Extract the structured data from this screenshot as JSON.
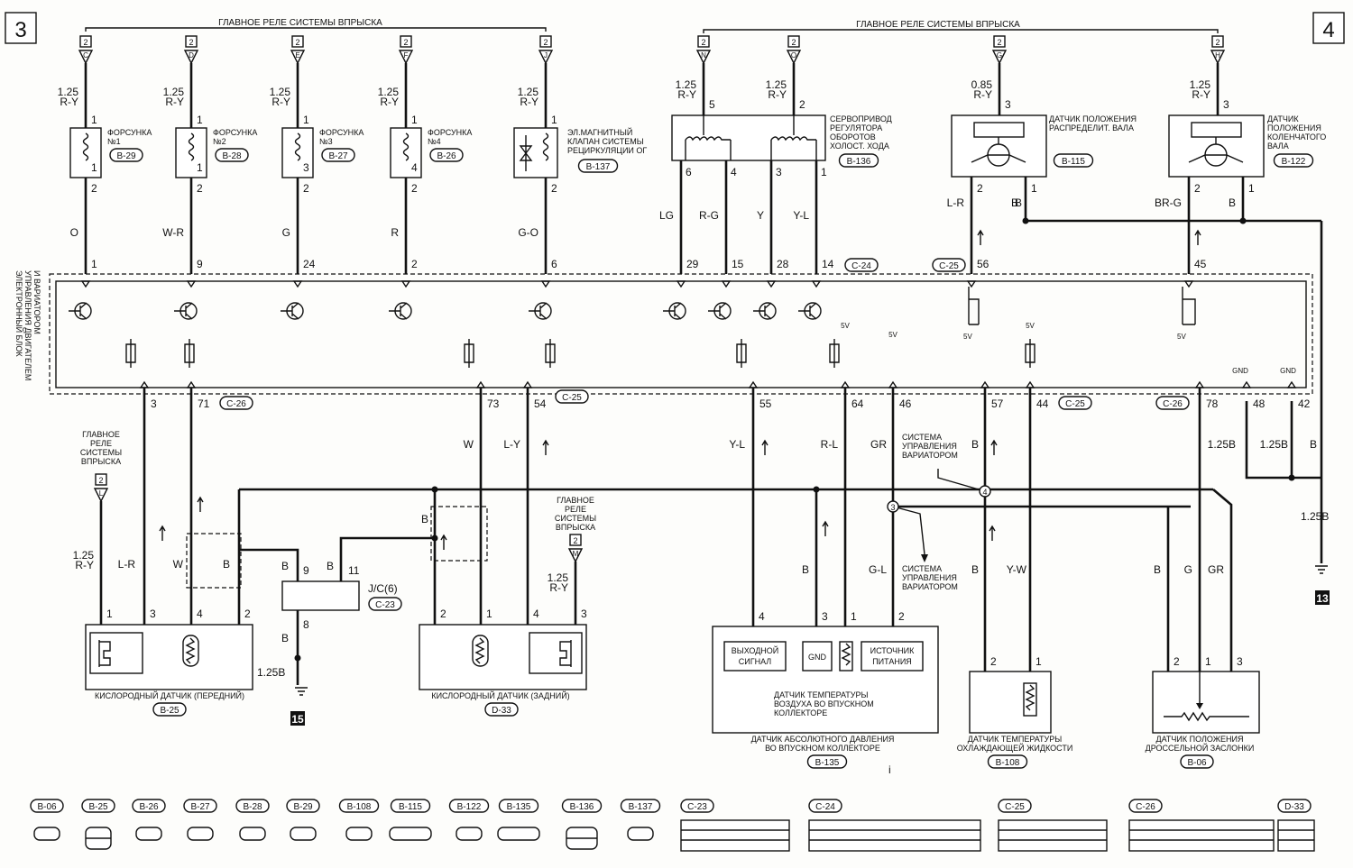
{
  "pages": {
    "left": "3",
    "right": "4"
  },
  "relay_title": "ГЛАВНОЕ РЕЛЕ СИСТЕМЫ ВПРЫСКА",
  "relay_num": "2",
  "relay_short": [
    "ГЛАВНОЕ",
    "РЕЛЕ",
    "СИСТЕМЫ",
    "ВПРЫСКА"
  ],
  "injectors": [
    {
      "pin_letter": "C",
      "wire": "1.25\nR-Y",
      "name": [
        "ФОРСУНКА",
        "№1"
      ],
      "conn": "B-29",
      "color": "O",
      "pin_top": "1",
      "pin_bot": "2",
      "ecu_pin": "1"
    },
    {
      "pin_letter": "D",
      "wire": "1.25\nR-Y",
      "name": [
        "ФОРСУНКА",
        "№2"
      ],
      "conn": "B-28",
      "color": "W-R",
      "pin_top": "1",
      "pin_bot": "2",
      "ecu_pin": "9"
    },
    {
      "pin_letter": "E",
      "wire": "1.25\nR-Y",
      "name": [
        "ФОРСУНКА",
        "№3"
      ],
      "conn": "B-27",
      "color": "G",
      "pin_top": "1",
      "pin_bot": "2",
      "ecu_pin": "24"
    },
    {
      "pin_letter": "F",
      "wire": "1.25\nR-Y",
      "name": [
        "ФОРСУНКА",
        "№4"
      ],
      "conn": "B-26",
      "color": "R",
      "pin_top": "1",
      "pin_bot": "2",
      "ecu_pin": "2"
    }
  ],
  "egr": {
    "pin_letter": "J",
    "wire": "1.25\nR-Y",
    "name": [
      "ЭЛ.МАГНИТНЫЙ",
      "КЛАПАН СИСТЕМЫ",
      "РЕЦИРКУЛЯЦИИ ОГ"
    ],
    "conn": "B-137",
    "color": "G-O",
    "ecu_pin": "6"
  },
  "servo": {
    "pins_letter": [
      "N",
      "O"
    ],
    "wire_top": "1.25\nR-Y",
    "top_pins": [
      "5",
      "2"
    ],
    "name": [
      "СЕРВОПРИВОД",
      "РЕГУЛЯТОРА",
      "ОБОРОТОВ",
      "ХОЛОСТ. ХОДА"
    ],
    "conn": "B-136",
    "bottom_pins": [
      "6",
      "4",
      "3",
      "1"
    ],
    "colors": [
      "LG",
      "R-G",
      "Y",
      "Y-L"
    ],
    "ecu_pins": [
      "29",
      "15",
      "28",
      "14"
    ],
    "ecu_conn": "C-24"
  },
  "cam_sensor": {
    "pin_letter": "G",
    "wire": "0.85\nR-Y",
    "pin": "3",
    "name": [
      "ДАТЧИК ПОЛОЖЕНИЯ",
      "РАСПРЕДЕЛИТ. ВАЛА"
    ],
    "conn": "B-115",
    "pins_bot": [
      "2",
      "1"
    ],
    "color": "L-R",
    "color_b": "B",
    "ecu_conn": "C-25",
    "ecu_pin": "56"
  },
  "crank_sensor": {
    "pin_letter": "H",
    "wire": "1.25\nR-Y",
    "pin": "3",
    "name": [
      "ДАТЧИК",
      "ПОЛОЖЕНИЯ",
      "КОЛЕНЧАТОГО",
      "ВАЛА"
    ],
    "conn": "B-122",
    "pins_bot": [
      "2",
      "1"
    ],
    "color": "BR-G",
    "color_b": "B",
    "ecu_pin": "45"
  },
  "ecu": {
    "name": [
      "ЭЛЕКТРОННЫЙ БЛОК",
      "УПРАВЛЕНИЯ ДВИГАТЕЛЕМ",
      "И ВАРИАТОРОМ"
    ],
    "v5": "5V",
    "gnd": "GND"
  },
  "ecu_bottom": [
    {
      "pin": "3",
      "color": "L-R"
    },
    {
      "pin": "71",
      "color": "W",
      "conn": "C-26"
    },
    {
      "pin": "73",
      "color": "W"
    },
    {
      "pin": "54",
      "color": "L-Y",
      "conn": "C-25"
    },
    {
      "pin": "55",
      "color": "Y-L"
    },
    {
      "pin": "64",
      "color": "R-L"
    },
    {
      "pin": "46",
      "color": "GR"
    },
    {
      "pin": "57",
      "color": "B"
    },
    {
      "pin": "44",
      "color": "Y-W",
      "conn": "C-25"
    },
    {
      "pin": "78",
      "color": "1.25B",
      "conn": "C-26"
    },
    {
      "pin": "48",
      "color": "1.25B"
    },
    {
      "pin": "42",
      "color": "B"
    }
  ],
  "o2_front": {
    "name": "КИСЛОРОДНЫЙ ДАТЧИК (ПЕРЕДНИЙ)",
    "conn": "B-25",
    "pins": [
      "1",
      "3",
      "4",
      "2"
    ],
    "wire": "1.25\nR-Y",
    "b": "B"
  },
  "o2_rear": {
    "name": "КИСЛОРОДНЫЙ ДАТЧИК (ЗАДНИЙ)",
    "conn": "D-33",
    "pins": [
      "2",
      "1",
      "4",
      "3"
    ],
    "wire": "1.25\nR-Y",
    "relay_letter": "M",
    "b": "B"
  },
  "jc": {
    "name": "J/C(6)",
    "conn": "C-23",
    "pins": [
      "9",
      "11",
      "8"
    ],
    "b": "B",
    "ground_wire": "1.25B",
    "ground": "15"
  },
  "map_sensor": {
    "name": [
      "ДАТЧИК АБСОЛЮТНОГО ДАВЛЕНИЯ",
      "ВО ВПУСКНОМ КОЛЛЕКТОРЕ"
    ],
    "conn": "B-135",
    "pins": [
      "4",
      "3",
      "1",
      "2"
    ],
    "out": [
      "ВЫХОДНОЙ",
      "СИГНАЛ"
    ],
    "gnd": "GND",
    "src": [
      "ИСТОЧНИК",
      "ПИТАНИЯ"
    ],
    "temp": [
      "ДАТЧИК ТЕМПЕРАТУРЫ",
      "ВОЗДУХА ВО ВПУСКНОМ",
      "КОЛЛЕКТОРЕ"
    ],
    "b": "B",
    "gl": "G-L"
  },
  "cvt": [
    "СИСТЕМА",
    "УПРАВЛЕНИЯ",
    "ВАРИАТОРОМ"
  ],
  "junctions": [
    "3",
    "4"
  ],
  "coolant": {
    "name": [
      "ДАТЧИК ТЕМПЕРАТУРЫ",
      "ОХЛАЖДАЮЩЕЙ ЖИДКОСТИ"
    ],
    "conn": "B-108",
    "pins": [
      "2",
      "1"
    ],
    "b": "B",
    "yw": "Y-W"
  },
  "throttle": {
    "name": [
      "ДАТЧИК ПОЛОЖЕНИЯ",
      "ДРОССЕЛЬНОЙ ЗАСЛОНКИ"
    ],
    "conn": "B-06",
    "pins": [
      "2",
      "1",
      "3"
    ],
    "colors": [
      "B",
      "G",
      "GR"
    ]
  },
  "right_ground": {
    "wire": "1.25B",
    "ground": "13"
  },
  "conn_legend": [
    "B-06",
    "B-25",
    "B-26",
    "B-27",
    "B-28",
    "B-29",
    "B-108",
    "B-115",
    "B-122",
    "B-135",
    "B-136",
    "B-137",
    "C-23",
    "C-24",
    "C-25",
    "C-26",
    "D-33"
  ],
  "misc_i": "i"
}
